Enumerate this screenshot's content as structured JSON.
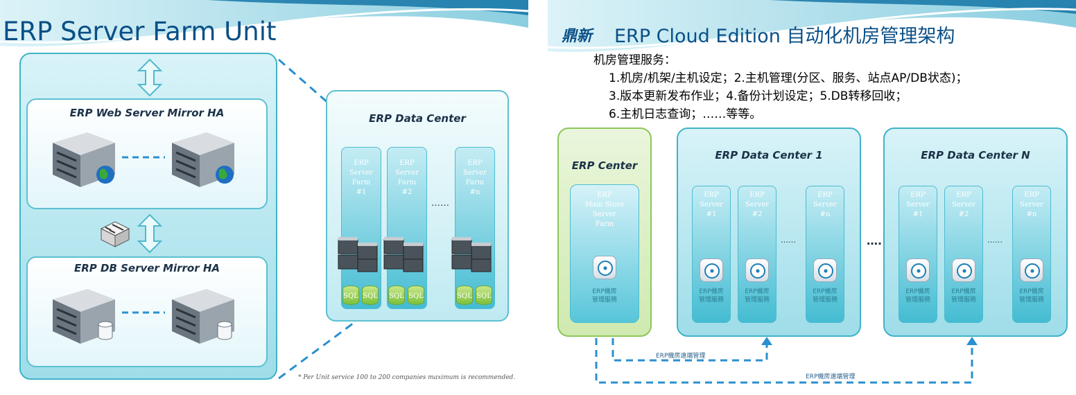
{
  "left_slide": {
    "title": "ERP Server Farm Unit",
    "web_server_label": "ERP Web Server  Mirror HA",
    "db_server_label": "ERP DB Server  Mirror HA",
    "data_center_label": "ERP Data Center",
    "farms": [
      {
        "line1": "ERP",
        "line2": "Server",
        "line3": "Farm",
        "line4": "#1"
      },
      {
        "line1": "ERP",
        "line2": "Server",
        "line3": "Farm",
        "line4": "#2"
      },
      {
        "line1": "ERP",
        "line2": "Server",
        "line3": "Farm",
        "line4": "#n"
      }
    ],
    "sql_label": "SQL",
    "farm_dots": "……",
    "footnote": "* Per Unit service 100 to 200 companies maximum is recommended."
  },
  "right_slide": {
    "title_prefix": "鼎新",
    "title": "ERP Cloud Edition 自动化机房管理架构",
    "service_heading": "机房管理服务：",
    "service_lines": [
      "1.机房/机架/主机设定；2.主机管理(分区、服务、站点AP/DB状态)；",
      "3.版本更新发布作业；4.备份计划设定；5.DB转移回收；",
      "6.主机日志查询；……等等。"
    ],
    "erp_center_label": "ERP Center",
    "main_store_lines": [
      "ERP",
      "Main Store",
      "Server",
      "Farm"
    ],
    "center_service_line1": "ERP機房",
    "center_service_line2": "管理服務",
    "dc1_label": "ERP Data Center 1",
    "dcn_label": "ERP Data Center N",
    "dc_farms": [
      {
        "line1": "ERP",
        "line2": "Server",
        "line3": "#1"
      },
      {
        "line1": "ERP",
        "line2": "Server",
        "line3": "#2"
      },
      {
        "line1": "ERP",
        "line2": "Server",
        "line3": "#n"
      }
    ],
    "farm_service_line1": "ERP機房",
    "farm_service_line2": "管理服務",
    "inner_dots": "……",
    "between_dots": "….",
    "remote_label_1": "ERP機房遠端管理",
    "remote_label_2": "ERP機房遠端管理"
  },
  "colors": {
    "title_blue": "#0a4f86",
    "box_cyan": "#9edde9",
    "border_cyan": "#3fb3c8",
    "dash_blue": "#2a8fd0",
    "erp_center_green": "#a8d96a"
  }
}
